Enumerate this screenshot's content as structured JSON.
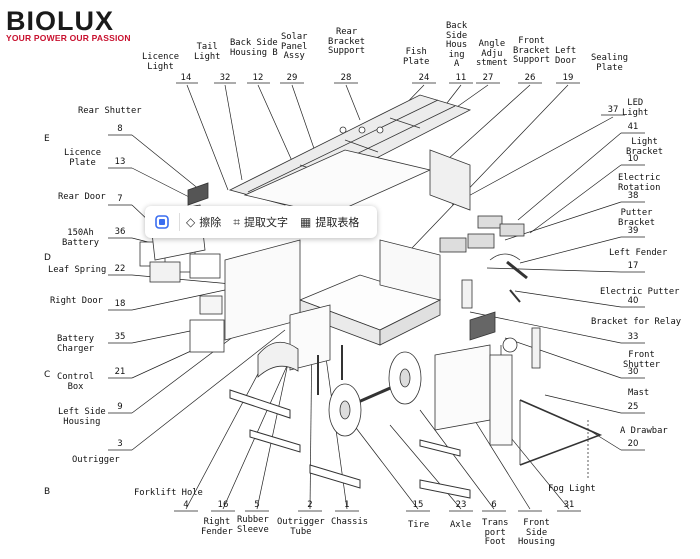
{
  "brand": {
    "name_main": "BIOLUX",
    "name_tail": "",
    "tagline": "YOUR POWER OUR PASSION",
    "accent_color": "#c8102e"
  },
  "zones": [
    "E",
    "D",
    "C",
    "B"
  ],
  "callouts": {
    "licence_light": "Licence\nLight",
    "tail_light": "Tail\nLight",
    "back_side_housing_b": "Back Side\nHousing B",
    "solar_panel_assy": "Solar\nPanel\nAssy",
    "rear_bracket_support": "Rear\nBracket\nSupport",
    "fish_plate": "Fish\nPlate",
    "back_side_housing_a": "Back\nSide\nHous\ning\nA",
    "angle_adjustment": "Angle\nAdju\nstment",
    "front_bracket_support": "Front\nBracket\nSupport",
    "left_door": "Left\nDoor",
    "sealing_plate": "Sealing\nPlate",
    "rear_shutter": "Rear Shutter",
    "licence_plate": "Licence\nPlate",
    "rear_door": "Rear Door",
    "battery_150ah": "150Ah\nBattery",
    "leaf_spring": "Leaf Spring",
    "right_door": "Right Door",
    "battery_charger": "Battery\nCharger",
    "control_box": "Control\nBox",
    "left_side_housing": "Left Side\nHousing",
    "outrigger": "Outrigger",
    "forklift_hole": "Forklift Hole",
    "right_fender": "Right\nFender",
    "rubber_sleeve": "Rubber\nSleeve",
    "outrigger_tube": "Outrigger\nTube",
    "chassis": "Chassis",
    "tire": "Tire",
    "axle": "Axle",
    "transport_foot": "Trans\nport\nFoot",
    "front_side_housing": "Front\nSide\nHousing",
    "fog_light": "Fog Light",
    "led_light": "LED\nLight",
    "light_bracket": "Light\nBracket",
    "electric_rotation": "Electric\nRotation",
    "putter_bracket": "Putter\nBracket",
    "left_fender": "Left Fender",
    "electric_putter": "Electric Putter",
    "bracket_for_relay": "Bracket for Relay",
    "front_shutter": "Front\nShutter",
    "mast": "Mast",
    "a_drawbar": "A Drawbar"
  },
  "numbers": {
    "licence_light": "14",
    "tail_light": "32",
    "back_side_housing_b": "12",
    "solar_panel_assy": "29",
    "rear_bracket_support": "28",
    "fish_plate": "24",
    "back_side_housing_a": "11",
    "angle_adjustment": "27",
    "front_bracket_support": "26",
    "left_door": "19",
    "sealing_plate": "37",
    "rear_shutter": "8",
    "licence_plate": "13",
    "rear_door": "7",
    "battery_150ah": "36",
    "leaf_spring": "22",
    "right_door": "18",
    "battery_charger": "35",
    "control_box": "21",
    "left_side_housing": "9",
    "outrigger": "3",
    "forklift_hole": "4",
    "right_fender": "16",
    "rubber_sleeve": "5",
    "outrigger_tube": "2",
    "chassis": "1",
    "tire": "15",
    "axle": "23",
    "transport_foot": "6",
    "fog_light": "31",
    "led_light": "41",
    "light_bracket": "10",
    "electric_rotation": "38",
    "putter_bracket": "39",
    "left_fender": "17",
    "electric_putter": "40",
    "bracket_for_relay": "33",
    "front_shutter": "30",
    "mast": "25",
    "a_drawbar": "20"
  },
  "toolbar": {
    "erase_label": "擦除",
    "extract_text_label": "提取文字",
    "extract_table_label": "提取表格"
  }
}
